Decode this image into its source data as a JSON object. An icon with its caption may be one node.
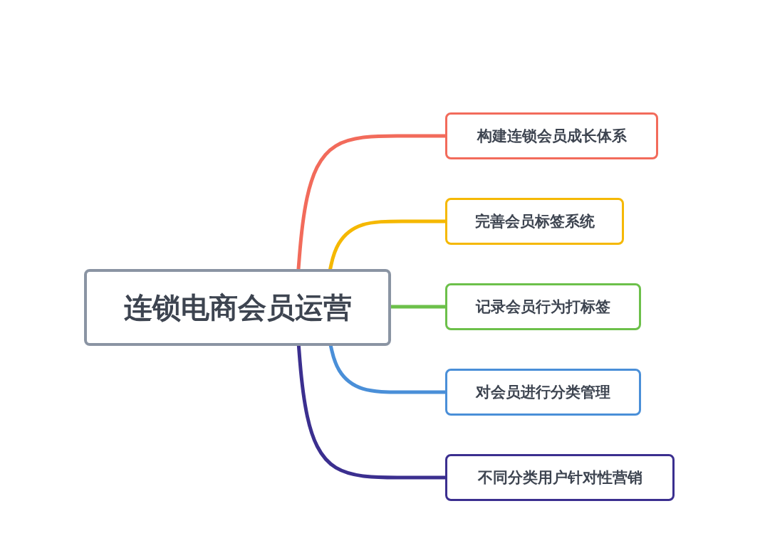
{
  "diagram": {
    "nodes": [
      {
        "text": [
          "连锁电商会员运营"
        ]
      },
      {
        "text": [
          "构建连锁会员成长体系"
        ]
      },
      {
        "text": [
          "完善会员标签系统"
        ]
      },
      {
        "text": [
          "记录会员行为打标签"
        ]
      },
      {
        "text": [
          "对会员进行分类管理"
        ]
      },
      {
        "text": [
          "不同分类用户针对性营销"
        ]
      }
    ],
    "edges": [
      {
        "from": 0,
        "to": 1,
        "arrow": "none",
        "color": "#f26b5b"
      },
      {
        "from": 0,
        "to": 2,
        "arrow": "none",
        "color": "#f5b800"
      },
      {
        "from": 0,
        "to": 3,
        "arrow": "none",
        "color": "#6cc04a"
      },
      {
        "from": 0,
        "to": 4,
        "arrow": "none",
        "color": "#4a8fd8"
      },
      {
        "from": 0,
        "to": 5,
        "arrow": "none",
        "color": "#3b2f8f"
      }
    ]
  }
}
